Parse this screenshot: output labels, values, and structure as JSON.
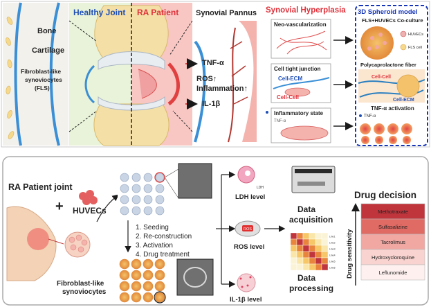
{
  "top": {
    "labels": {
      "bone": "Bone",
      "cartilage": "Cartilage",
      "fls_line1": "Fibroblast-like",
      "fls_line2": "synoviocytes",
      "fls_line3": "(FLS)"
    },
    "healthy_joint": "Healthy Joint",
    "ra_patient": "RA Patient",
    "synovial_pannus": "Synovial Pannus",
    "tnf": "TNF-α",
    "ros": "ROS↑",
    "inflammation": "Inflammation↑",
    "il1b": "IL-1β",
    "synovial_hyperplasia": "Synovial Hyperplasia",
    "neo_vascularization": "Neo-vascularization",
    "cell_tight_junction": "Cell tight junction",
    "cell_ecm": "Cell-ECM",
    "cell_cell": "Cell-Cell",
    "inflammatory_state": "Inflammatory state",
    "tnf_small": "TNF-α",
    "model_title": "3D Spheroid model",
    "coculture": "FLS+HUVECs Co-culture",
    "huvecs_legend": "HUVECs",
    "fls_legend": "FLS cell",
    "pcl_fiber": "Polycaprolactone fiber",
    "cell_cell_2": "Cell-Cell",
    "cell_ecm_2": "Cell-ECM",
    "tnf_activation": "TNF-α activation",
    "tnf_legend": "TNF-α"
  },
  "bottom": {
    "ra_patient_joint": "RA Patient joint",
    "plus": "+",
    "huvecs": "HUVECs",
    "steps": [
      "1.  Seeding",
      "2.  Re-construction",
      "3.  Activation",
      "4.  Drug treatment"
    ],
    "fls_line1": "Fibroblast-like",
    "fls_line2": "synoviocytes",
    "ldh_level": "LDH level",
    "ldh_small": "LDH",
    "ros_level": "ROS level",
    "ros_small": "ROS",
    "il1b_level": "IL-1β level",
    "data_acquisition_1": "Data",
    "data_acquisition_2": "acquisition",
    "data_processing_1": "Data",
    "data_processing_2": "processing",
    "heatmap_labels": [
      "Line1",
      "Line2",
      "Line3",
      "Line4",
      "Line5",
      "Line6"
    ],
    "drug_decision": "Drug decision",
    "drug_sensitivity": "Drug sensitivity",
    "drugs": [
      {
        "name": "Methotraxate",
        "color": "#c0353c"
      },
      {
        "name": "Sulfasalizine",
        "color": "#e06a64"
      },
      {
        "name": "Tacrolimus",
        "color": "#f1a8a3"
      },
      {
        "name": "Hydroxycloroquine",
        "color": "#f9d3cf"
      },
      {
        "name": "Leflunomide",
        "color": "#fdf0ee"
      }
    ]
  },
  "colors": {
    "blue_title": "#1f4fb5",
    "red_title": "#e0303a",
    "pink_panel": "#f8c7c3",
    "green_panel": "#e9f3d9",
    "frame_blue": "#1534b8"
  }
}
